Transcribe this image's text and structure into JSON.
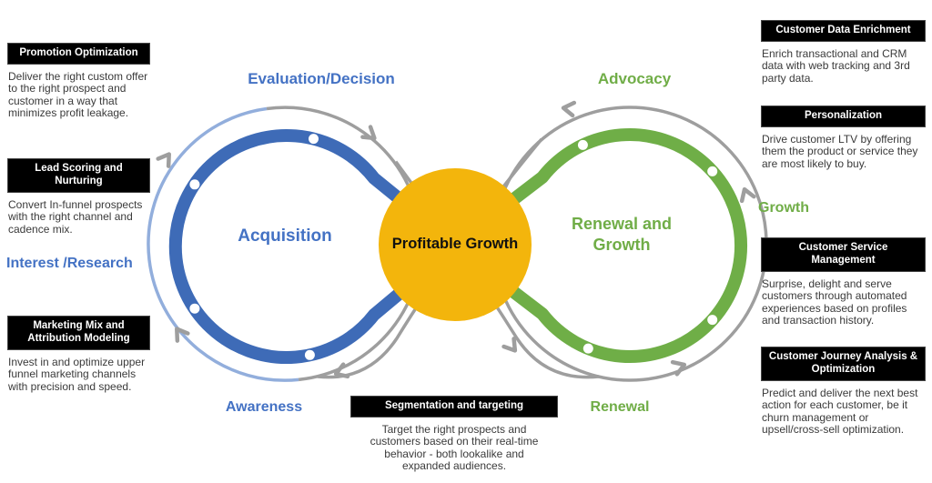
{
  "colors": {
    "blue": "#3E6BB7",
    "light_blue": "#92AEDC",
    "green": "#6FAE47",
    "yellow": "#F3B50C",
    "gray": "#9E9E9E",
    "text_blue": "#4472C4",
    "text_green": "#70AD47"
  },
  "labels": {
    "evaluation_decision": "Evaluation/Decision",
    "advocacy": "Advocacy",
    "acquisition": "Acquisition",
    "renewal_and_growth": "Renewal and Growth",
    "profitable_growth": "Profitable Growth",
    "interest_research": "Interest /Research",
    "growth": "Growth",
    "awareness": "Awareness",
    "renewal": "Renewal"
  },
  "callouts": {
    "left": [
      {
        "title": "Promotion Optimization",
        "body": "Deliver the right custom offer to the right prospect and customer in a way that minimizes profit leakage."
      },
      {
        "title": "Lead Scoring and Nurturing",
        "body": "Convert In-funnel prospects with the right channel and cadence mix."
      },
      {
        "title": "Marketing Mix and Attribution Modeling",
        "body": "Invest in and optimize upper funnel marketing channels with precision and speed."
      }
    ],
    "right": [
      {
        "title": "Customer Data Enrichment",
        "body": "Enrich transactional and CRM data with web tracking and 3rd party data."
      },
      {
        "title": "Personalization",
        "body": "Drive customer LTV by offering them the product or service they are most likely to buy."
      },
      {
        "title": "Customer Service Management",
        "body": "Surprise, delight and serve customers through automated experiences based on profiles and transaction history."
      },
      {
        "title": "Customer Journey Analysis & Optimization",
        "body": "Predict and deliver the next best action for each customer, be it churn management or upsell/cross-sell optimization."
      }
    ],
    "bottom": {
      "title": "Segmentation and targeting",
      "body": "Target the right prospects and customers based on their real-time behavior - both lookalike and expanded audiences."
    }
  }
}
